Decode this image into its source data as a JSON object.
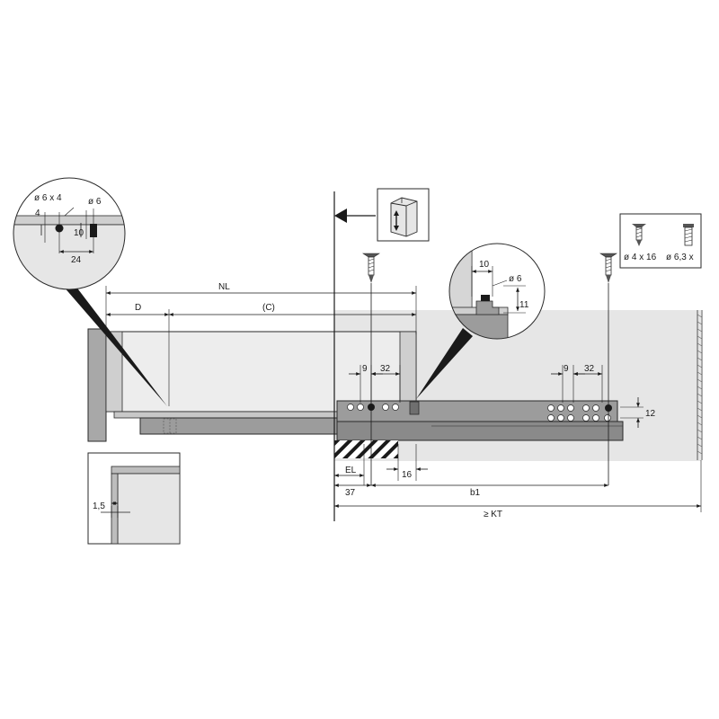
{
  "labels": {
    "nl": "NL",
    "d": "D",
    "c": "(C)",
    "el": "EL",
    "dim_37": "37",
    "dim_16": "16",
    "b1": "b1",
    "kt": "≥ KT",
    "dim_9_left": "9",
    "dim_32_left": "32",
    "dim_9_right": "9",
    "dim_32_right": "32",
    "dim_12": "12",
    "dim_1_5": "1,5"
  },
  "detail_left": {
    "hole_dia": "ø 6 x 4",
    "dia_6": "ø 6",
    "dim_4": "4",
    "dim_10": "10",
    "dim_24": "24"
  },
  "detail_center": {
    "dim_10": "10",
    "dia_6": "ø 6",
    "dim_11": "11"
  },
  "screws": {
    "screw_a": "ø 4 x 16",
    "screw_b": "ø 6,3 x"
  },
  "colors": {
    "line": "#1a1a1a",
    "cabinet_fill": "#e6e6e6",
    "runner_fill": "#9c9c9c",
    "runner_dark": "#7d7d7d",
    "panel_fill": "#a8a8a8",
    "drawer_fill": "#ededed"
  }
}
